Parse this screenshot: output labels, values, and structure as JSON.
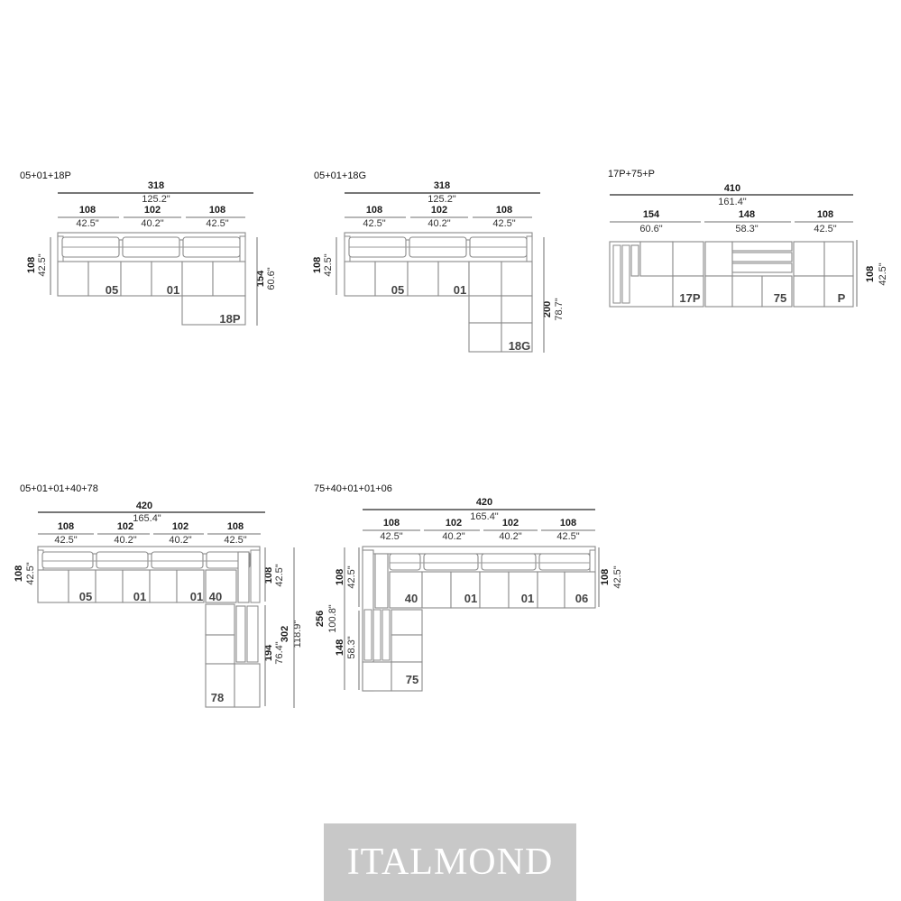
{
  "logo": {
    "text": "ITALMOND",
    "background": "#c8c8c8",
    "color": "#ffffff"
  },
  "configurations": [
    {
      "code": "05+01+18P",
      "total_cm": "318",
      "total_in": "125.2\"",
      "segments": [
        {
          "cm": "108",
          "in": "42.5\""
        },
        {
          "cm": "102",
          "in": "40.2\""
        },
        {
          "cm": "108",
          "in": "42.5\""
        }
      ],
      "depth_cm": "108",
      "depth_in": "42.5\"",
      "side_cm": "154",
      "side_in": "60.6\"",
      "modules": [
        "05",
        "01",
        "18P"
      ]
    },
    {
      "code": "05+01+18G",
      "total_cm": "318",
      "total_in": "125.2\"",
      "segments": [
        {
          "cm": "108",
          "in": "42.5\""
        },
        {
          "cm": "102",
          "in": "40.2\""
        },
        {
          "cm": "108",
          "in": "42.5\""
        }
      ],
      "depth_cm": "108",
      "depth_in": "42.5\"",
      "side_cm": "200",
      "side_in": "78.7\"",
      "modules": [
        "05",
        "01",
        "18G"
      ]
    },
    {
      "code": "17P+75+P",
      "total_cm": "410",
      "total_in": "161.4\"",
      "segments": [
        {
          "cm": "154",
          "in": "60.6\""
        },
        {
          "cm": "148",
          "in": "58.3\""
        },
        {
          "cm": "108",
          "in": "42.5\""
        }
      ],
      "side_cm": "108",
      "side_in": "42.5\"",
      "modules": [
        "17P",
        "75",
        "P"
      ]
    },
    {
      "code": "05+01+01+40+78",
      "total_cm": "420",
      "total_in": "165.4\"",
      "segments": [
        {
          "cm": "108",
          "in": "42.5\""
        },
        {
          "cm": "102",
          "in": "40.2\""
        },
        {
          "cm": "102",
          "in": "40.2\""
        },
        {
          "cm": "108",
          "in": "42.5\""
        }
      ],
      "depth_cm": "108",
      "depth_in": "42.5\"",
      "corner_cm": "108",
      "corner_in": "42.5\"",
      "lower_cm": "194",
      "lower_in": "76.4\"",
      "side_cm": "302",
      "side_in": "118.9\"",
      "modules": [
        "05",
        "01",
        "01",
        "40",
        "78"
      ]
    },
    {
      "code": "75+40+01+01+06",
      "total_cm": "420",
      "total_in": "165.4\"",
      "segments": [
        {
          "cm": "108",
          "in": "42.5\""
        },
        {
          "cm": "102",
          "in": "40.2\""
        },
        {
          "cm": "102",
          "in": "40.2\""
        },
        {
          "cm": "108",
          "in": "42.5\""
        }
      ],
      "side_cm": "256",
      "side_in": "100.8\"",
      "upper_cm": "108",
      "upper_in": "42.5\"",
      "lower_cm": "148",
      "lower_in": "58.3\"",
      "right_cm": "108",
      "right_in": "42.5\"",
      "modules": [
        "40",
        "01",
        "01",
        "06",
        "75"
      ]
    }
  ]
}
